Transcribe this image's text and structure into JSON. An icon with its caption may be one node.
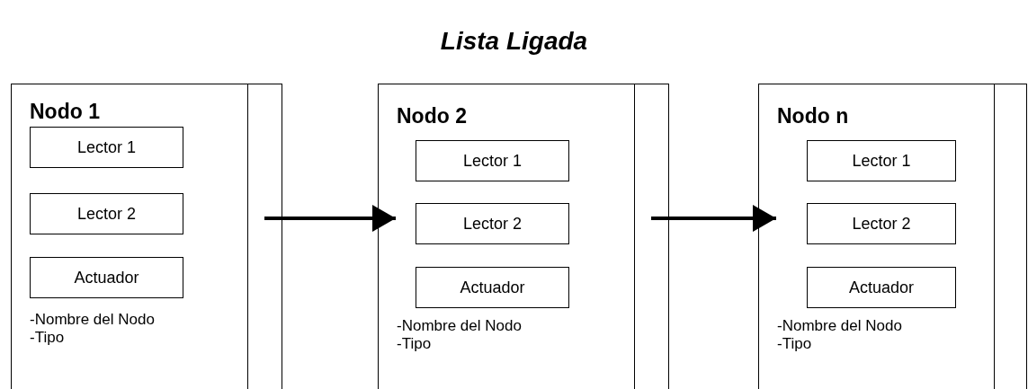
{
  "diagram": {
    "title": "Lista Ligada",
    "nodes": [
      {
        "text": [
          "Nodo 1",
          "-Nombre del Nodo",
          "-Tipo"
        ]
      },
      {
        "text": [
          "Lector 1"
        ],
        "in": 0
      },
      {
        "text": [
          "Lector 2"
        ],
        "in": 0
      },
      {
        "text": [
          "Actuador"
        ],
        "in": 0
      },
      {
        "text": [],
        "shape": "box",
        "in": 0
      },
      {
        "text": [
          "Nodo 2",
          "-Nombre del Nodo",
          "-Tipo"
        ]
      },
      {
        "text": [
          "Lector 1"
        ],
        "in": 5
      },
      {
        "text": [
          "Lector 2"
        ],
        "in": 5
      },
      {
        "text": [
          "Actuador"
        ],
        "in": 5
      },
      {
        "text": [],
        "shape": "box",
        "in": 5
      },
      {
        "text": [
          "Nodo n",
          "-Nombre del Nodo",
          "-Tipo"
        ]
      },
      {
        "text": [
          "Lector 1"
        ],
        "in": 10
      },
      {
        "text": [
          "Lector 2"
        ],
        "in": 10
      },
      {
        "text": [
          "Actuador"
        ],
        "in": 10
      },
      {
        "text": [],
        "shape": "box",
        "in": 10
      }
    ],
    "edges": [
      {
        "from": 4,
        "to": 5,
        "arrow": "to"
      },
      {
        "from": 9,
        "to": 10,
        "arrow": "to"
      }
    ]
  }
}
